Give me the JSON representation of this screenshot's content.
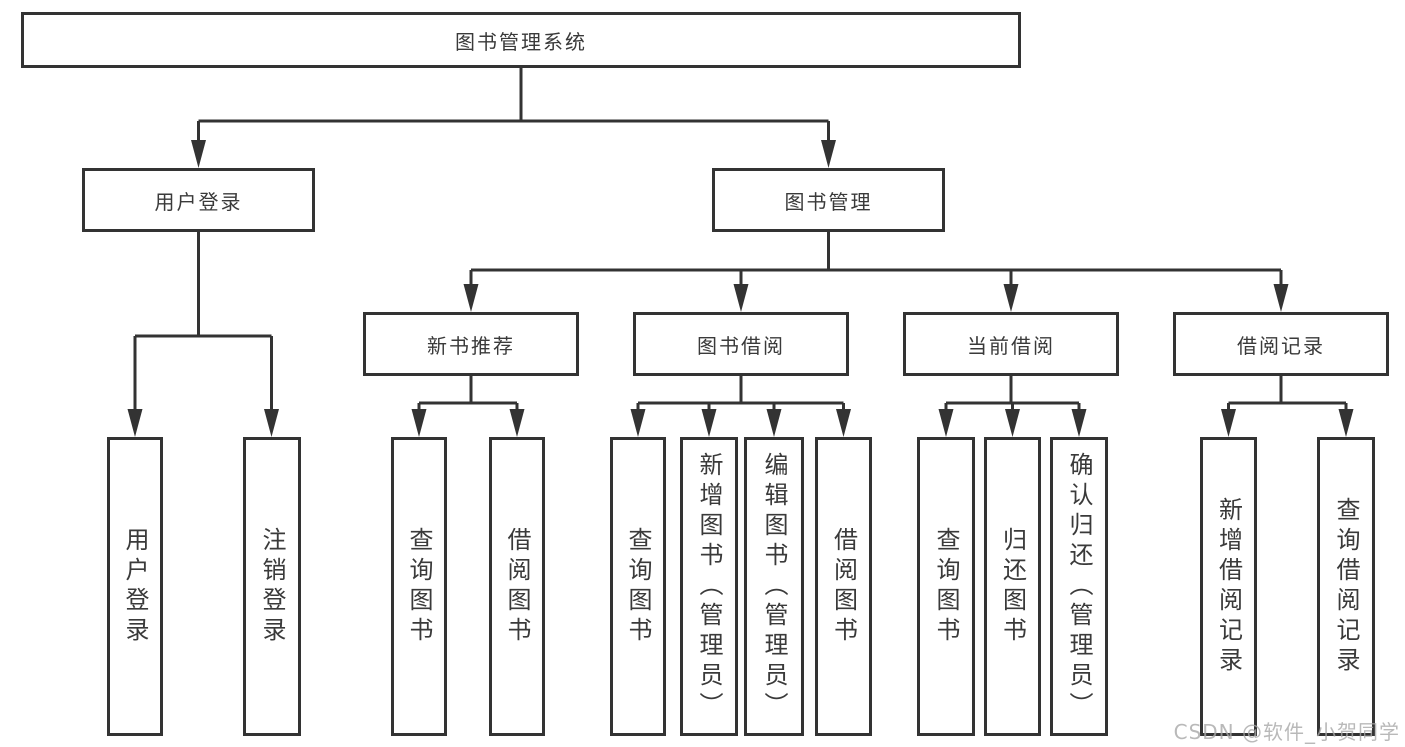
{
  "tree": {
    "root": {
      "label": "图书管理系统"
    },
    "children": [
      {
        "label": "用户登录",
        "children": [
          {
            "label": "用户登录"
          },
          {
            "label": "注销登录"
          }
        ]
      },
      {
        "label": "图书管理",
        "children": [
          {
            "label": "新书推荐",
            "children": [
              {
                "label": "查询图书"
              },
              {
                "label": "借阅图书"
              }
            ]
          },
          {
            "label": "图书借阅",
            "children": [
              {
                "label": "查询图书"
              },
              {
                "label": "新增图书（管理员）"
              },
              {
                "label": "编辑图书（管理员）"
              },
              {
                "label": "借阅图书"
              }
            ]
          },
          {
            "label": "当前借阅",
            "children": [
              {
                "label": "查询图书"
              },
              {
                "label": "归还图书"
              },
              {
                "label": "确认归还（管理员）"
              }
            ]
          },
          {
            "label": "借阅记录",
            "children": [
              {
                "label": "新增借阅记录"
              },
              {
                "label": "查询借阅记录"
              }
            ]
          }
        ]
      }
    ]
  },
  "watermark": {
    "text": "CSDN @软件_小贺同学"
  },
  "colors": {
    "line": "#333333",
    "box_border": "#333333",
    "text": "#3a3a3a",
    "background": "#ffffff",
    "watermark": "#a8a8a8"
  }
}
